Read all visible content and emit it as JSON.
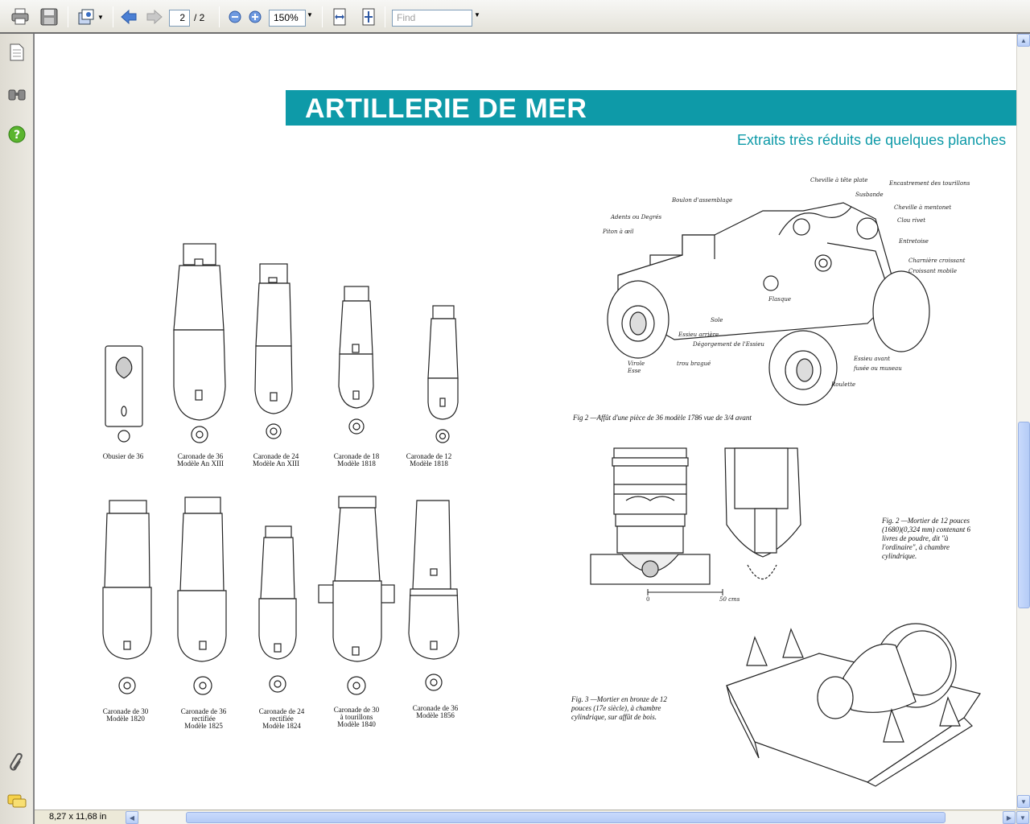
{
  "toolbar": {
    "page_current": "2",
    "page_total": "/ 2",
    "zoom": "150%",
    "find_placeholder": "Find"
  },
  "document": {
    "title": "ARTILLERIE DE MER",
    "subtitle": "Extraits très réduits de quelques planches",
    "cannons_row1": [
      {
        "l1": "Obusier de 36",
        "l2": ""
      },
      {
        "l1": "Caronade de 36",
        "l2": "Modèle An XIII"
      },
      {
        "l1": "Caronade de 24",
        "l2": "Modèle An XIII"
      },
      {
        "l1": "Caronade de 18",
        "l2": "Modèle 1818"
      },
      {
        "l1": "Caronade de 12",
        "l2": "Modèle 1818"
      }
    ],
    "cannons_row2": [
      {
        "l1": "Caronade de 30",
        "l2": "Modèle 1820",
        "l3": ""
      },
      {
        "l1": "Caronade de 36",
        "l2": "rectifiée",
        "l3": "Modèle 1825"
      },
      {
        "l1": "Caronade de 24",
        "l2": "rectifiée",
        "l3": "Modèle 1824"
      },
      {
        "l1": "Caronade de 30",
        "l2": "à tourillons",
        "l3": "Modèle 1840"
      },
      {
        "l1": "Caronade de 36",
        "l2": "Modèle 1856",
        "l3": ""
      }
    ],
    "fig2_caption": "Fig 2 —Affût d'une pièce de 36 modèle 1786 vue de 3/4 avant",
    "mortar_caption": "Fig. 2 —Mortier de 12 pouces (1680)(0,324 mm) contenant 6 livres de poudre, dit \"à l'ordinaire\", à chambre cylindrique.",
    "fig3_caption": "Fig. 3 —Mortier en bronze de 12 pouces (17e siècle), à chambre cylindrique, sur affût de bois.",
    "scale_zero": "0",
    "scale_fifty": "50 cms",
    "carriage_labels": [
      "Cheville à tête plate",
      "Encastrement des tourillons",
      "Susbande",
      "Cheville à mentonet",
      "Clou rivet",
      "Boulon d'assemblage",
      "Adents ou Degrés",
      "Piton à œil",
      "Entretoise",
      "Charnière croissant",
      "Croissant mobile",
      "Flasque",
      "Sole",
      "Essieu arrière",
      "Dégorgement de l'Essieu",
      "Virole",
      "Esse",
      "trou bragué",
      "Essieu avant",
      "fusée ou museau",
      "Roulette"
    ]
  },
  "status": {
    "page_size": "8,27 x 11,68 in"
  }
}
